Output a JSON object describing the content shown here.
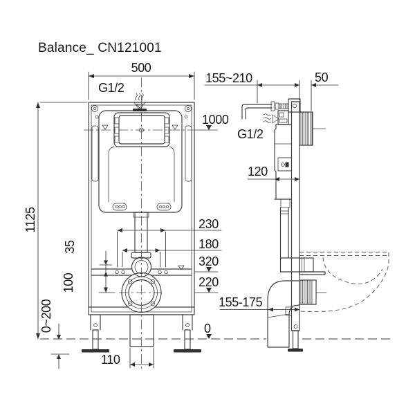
{
  "title": "Balance_ CN121001",
  "colors": {
    "line": "#3a3a3a",
    "text": "#161616",
    "background": "#ffffff"
  },
  "icons": {
    "front_inlet": "water-inlet-icon",
    "side_flow": "water-flow-icon"
  },
  "front_view": {
    "dims": {
      "frame_width": "500",
      "inlet_thread": "G1/2",
      "water_level_height": "1000",
      "total_height": "1125",
      "flush_bend_offset": "35",
      "bend_to_outlet": "100",
      "bolt_spacing_outer": "230",
      "bolt_spacing_inner": "180",
      "fixing_height": "320",
      "outlet_height": "220",
      "leg_adjustment": "0~200",
      "floor_level": "0",
      "waste_pipe_width": "110"
    }
  },
  "side_view": {
    "dims": {
      "wall_depth_range": "155~210",
      "bracket_adjustment": "50",
      "inlet_thread": "G1/2",
      "cistern_depth": "120",
      "outlet_projection": "155-175"
    }
  }
}
